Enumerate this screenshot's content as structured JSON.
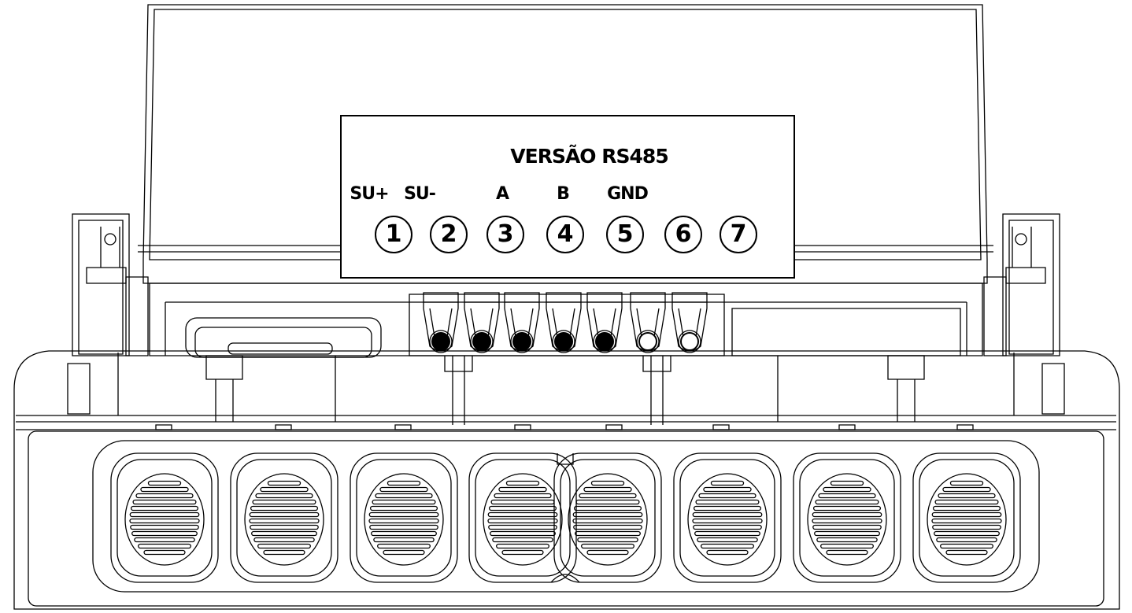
{
  "label": {
    "title": "VERSÃO RS485",
    "terminals": [
      {
        "label": "SU+",
        "number": "1"
      },
      {
        "label": "SU-",
        "number": "2"
      },
      {
        "label": "A",
        "number": "3"
      },
      {
        "label": "B",
        "number": "4"
      },
      {
        "label": "GND",
        "number": "5"
      },
      {
        "label": "",
        "number": "6"
      },
      {
        "label": "",
        "number": "7"
      }
    ]
  },
  "connectors": {
    "filled": [
      true,
      true,
      true,
      true,
      true,
      false,
      false
    ]
  },
  "colors": {
    "line": "#000000",
    "background": "#ffffff"
  }
}
